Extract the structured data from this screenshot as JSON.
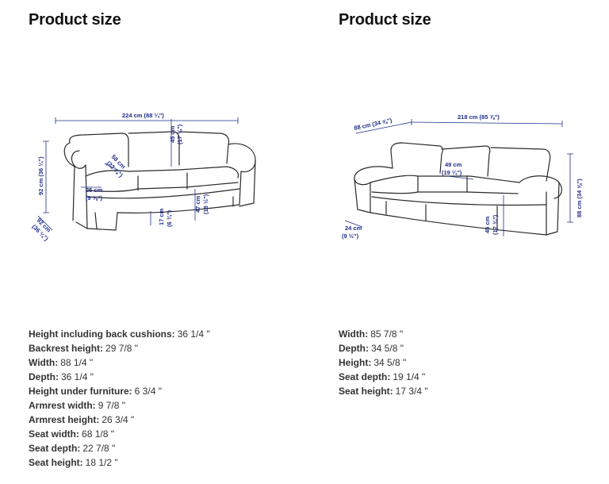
{
  "colors": {
    "dimension": "#1f2d8a",
    "outline": "#2a2a2a",
    "text": "#333333",
    "title": "#111111"
  },
  "left": {
    "title": "Product size",
    "diagram_labels": {
      "overall_width": "224 cm (88 ¼\")",
      "back_height": "45 cm",
      "back_height_in": "(17 ¾\")",
      "seat_depth": "58 cm",
      "seat_depth_in": "(22 ⅞\")",
      "height": "92 cm (36 ¼\")",
      "armrest_width": "25 cm",
      "armrest_width_in": "(9 ⅞\")",
      "under_height": "17 cm",
      "under_height_in": "(6 ¾\")",
      "seat_height": "47 cm",
      "seat_height_in": "(18 ½\")",
      "depth": "92 cm",
      "depth_in": "(36 ¼\")"
    },
    "specs": [
      {
        "label": "Height including back cushions:",
        "value": "36 1/4 \""
      },
      {
        "label": "Backrest height:",
        "value": "29 7/8 \""
      },
      {
        "label": "Width:",
        "value": "88 1/4 \""
      },
      {
        "label": "Depth:",
        "value": "36 1/4 \""
      },
      {
        "label": "Height under furniture:",
        "value": "6 3/4 \""
      },
      {
        "label": "Armrest width:",
        "value": "9 7/8 \""
      },
      {
        "label": "Armrest height:",
        "value": "26 3/4 \""
      },
      {
        "label": "Seat width:",
        "value": "68 1/8 \""
      },
      {
        "label": "Seat depth:",
        "value": "22 7/8 \""
      },
      {
        "label": "Seat height:",
        "value": "18 1/2 \""
      }
    ]
  },
  "right": {
    "title": "Product size",
    "diagram_labels": {
      "depth": "88 cm (34 ⅝\")",
      "width": "218 cm (85 ⅞\")",
      "seat_depth": "49 cm",
      "seat_depth_in": "(19 ¼\")",
      "height": "88 cm (34 ⅝\")",
      "seat_height": "45 cm",
      "seat_height_in": "(17 ¾\")",
      "leg": "24 cm",
      "leg_in": "(9 ½\")"
    },
    "specs": [
      {
        "label": "Width:",
        "value": "85 7/8 \""
      },
      {
        "label": "Depth:",
        "value": "34 5/8 \""
      },
      {
        "label": "Height:",
        "value": "34 5/8 \""
      },
      {
        "label": "Seat depth:",
        "value": "19 1/4 \""
      },
      {
        "label": "Seat height:",
        "value": "17 3/4 \""
      }
    ]
  }
}
